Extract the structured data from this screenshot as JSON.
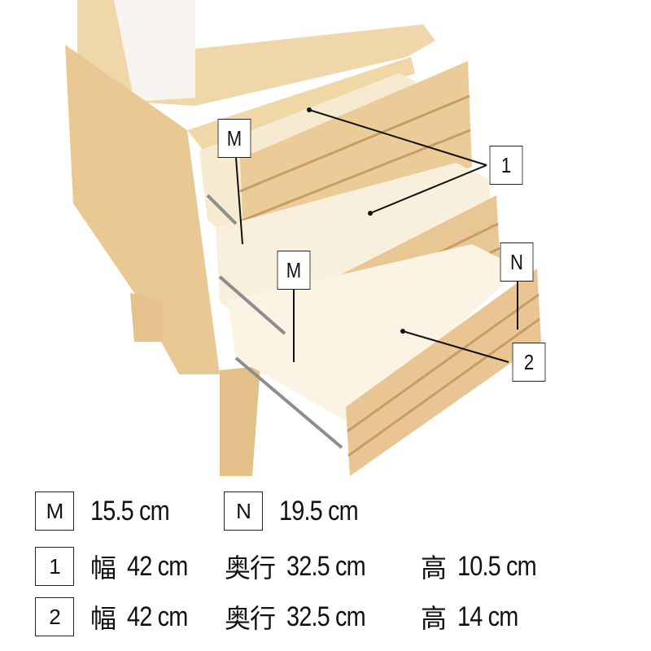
{
  "photo_callouts": {
    "m_top": "M",
    "m_mid": "M",
    "n": "N",
    "one": "1",
    "two": "2"
  },
  "legend": {
    "row_mn": {
      "m_label": "M",
      "m_value": "15.5 cm",
      "n_label": "N",
      "n_value": "19.5 cm"
    },
    "drawers": [
      {
        "label": "1",
        "width_label": "幅",
        "width": "42 cm",
        "depth_label": "奥行",
        "depth": "32.5 cm",
        "height_label": "高",
        "height": "10.5 cm"
      },
      {
        "label": "2",
        "width_label": "幅",
        "width": "42 cm",
        "depth_label": "奥行",
        "depth": "32.5 cm",
        "height_label": "高",
        "height": "14 cm"
      }
    ]
  },
  "colors": {
    "wood_light": "#f1dcb4",
    "wood_mid": "#e6c593",
    "wood_dark": "#c9a06a",
    "line": "#111111"
  }
}
